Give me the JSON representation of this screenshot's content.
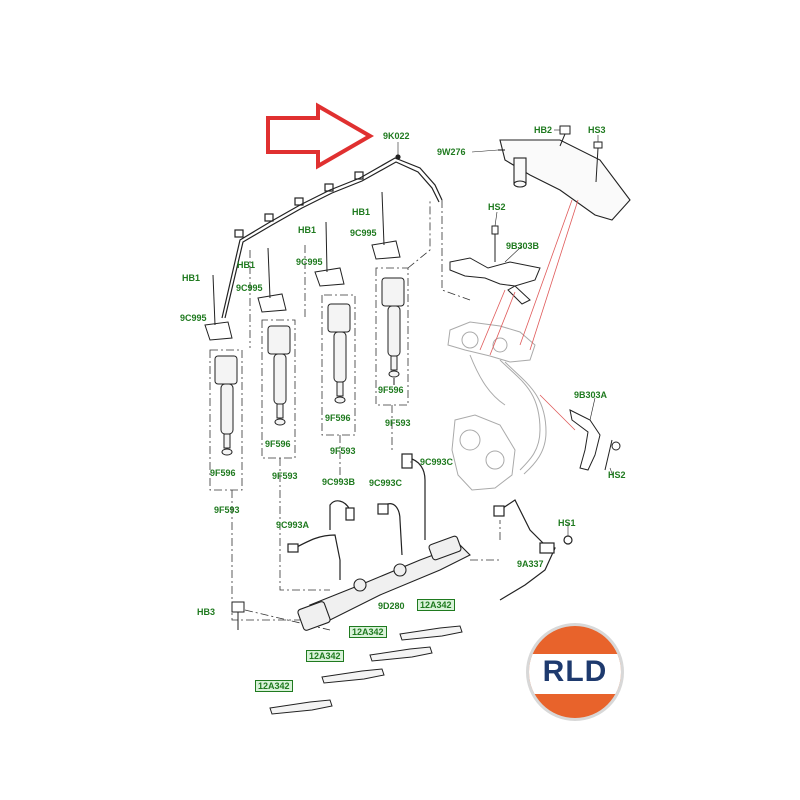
{
  "diagram": {
    "callouts": [
      {
        "id": "9K022",
        "text": "9K022"
      },
      {
        "id": "HB2",
        "text": "HB2"
      },
      {
        "id": "HS3",
        "text": "HS3"
      },
      {
        "id": "9W276",
        "text": "9W276"
      },
      {
        "id": "HB1_4",
        "text": "HB1"
      },
      {
        "id": "9C995_4",
        "text": "9C995"
      },
      {
        "id": "HB1_3",
        "text": "HB1"
      },
      {
        "id": "9C995_3",
        "text": "9C995"
      },
      {
        "id": "HB1_2",
        "text": "HB1"
      },
      {
        "id": "9C995_2",
        "text": "9C995"
      },
      {
        "id": "HB1_1",
        "text": "HB1"
      },
      {
        "id": "9C995_1",
        "text": "9C995"
      },
      {
        "id": "HS2_top",
        "text": "HS2"
      },
      {
        "id": "9B303B",
        "text": "9B303B"
      },
      {
        "id": "9B303A",
        "text": "9B303A"
      },
      {
        "id": "HS2_right",
        "text": "HS2"
      },
      {
        "id": "9F596_4",
        "text": "9F596"
      },
      {
        "id": "9F593_4",
        "text": "9F593"
      },
      {
        "id": "9F596_3",
        "text": "9F596"
      },
      {
        "id": "9F593_3",
        "text": "9F593"
      },
      {
        "id": "9F596_2",
        "text": "9F596"
      },
      {
        "id": "9F593_2",
        "text": "9F593"
      },
      {
        "id": "9F596_1",
        "text": "9F596"
      },
      {
        "id": "9F593_1",
        "text": "9F593"
      },
      {
        "id": "9C993C_1",
        "text": "9C993C"
      },
      {
        "id": "9C993C_2",
        "text": "9C993C"
      },
      {
        "id": "9C993B",
        "text": "9C993B"
      },
      {
        "id": "9C993A",
        "text": "9C993A"
      },
      {
        "id": "HS1",
        "text": "HS1"
      },
      {
        "id": "9A337",
        "text": "9A337"
      },
      {
        "id": "9D280",
        "text": "9D280"
      },
      {
        "id": "HB3",
        "text": "HB3"
      },
      {
        "id": "12A342_1",
        "text": "12A342"
      },
      {
        "id": "12A342_2",
        "text": "12A342"
      },
      {
        "id": "12A342_3",
        "text": "12A342"
      },
      {
        "id": "12A342_4",
        "text": "12A342"
      }
    ],
    "colors": {
      "callout_text": "#1f7a1f",
      "callout_box_bg": "#d9f2d9",
      "line_art": "#222222",
      "arrow": "#e03030",
      "leader_red": "#e05a5a"
    }
  },
  "logo": {
    "text": "RLD",
    "colors": {
      "top": "#e8632b",
      "band": "#ffffff",
      "bottom": "#e8632b",
      "text": "#1e3a6e",
      "ring": "#d8d8d8"
    }
  }
}
